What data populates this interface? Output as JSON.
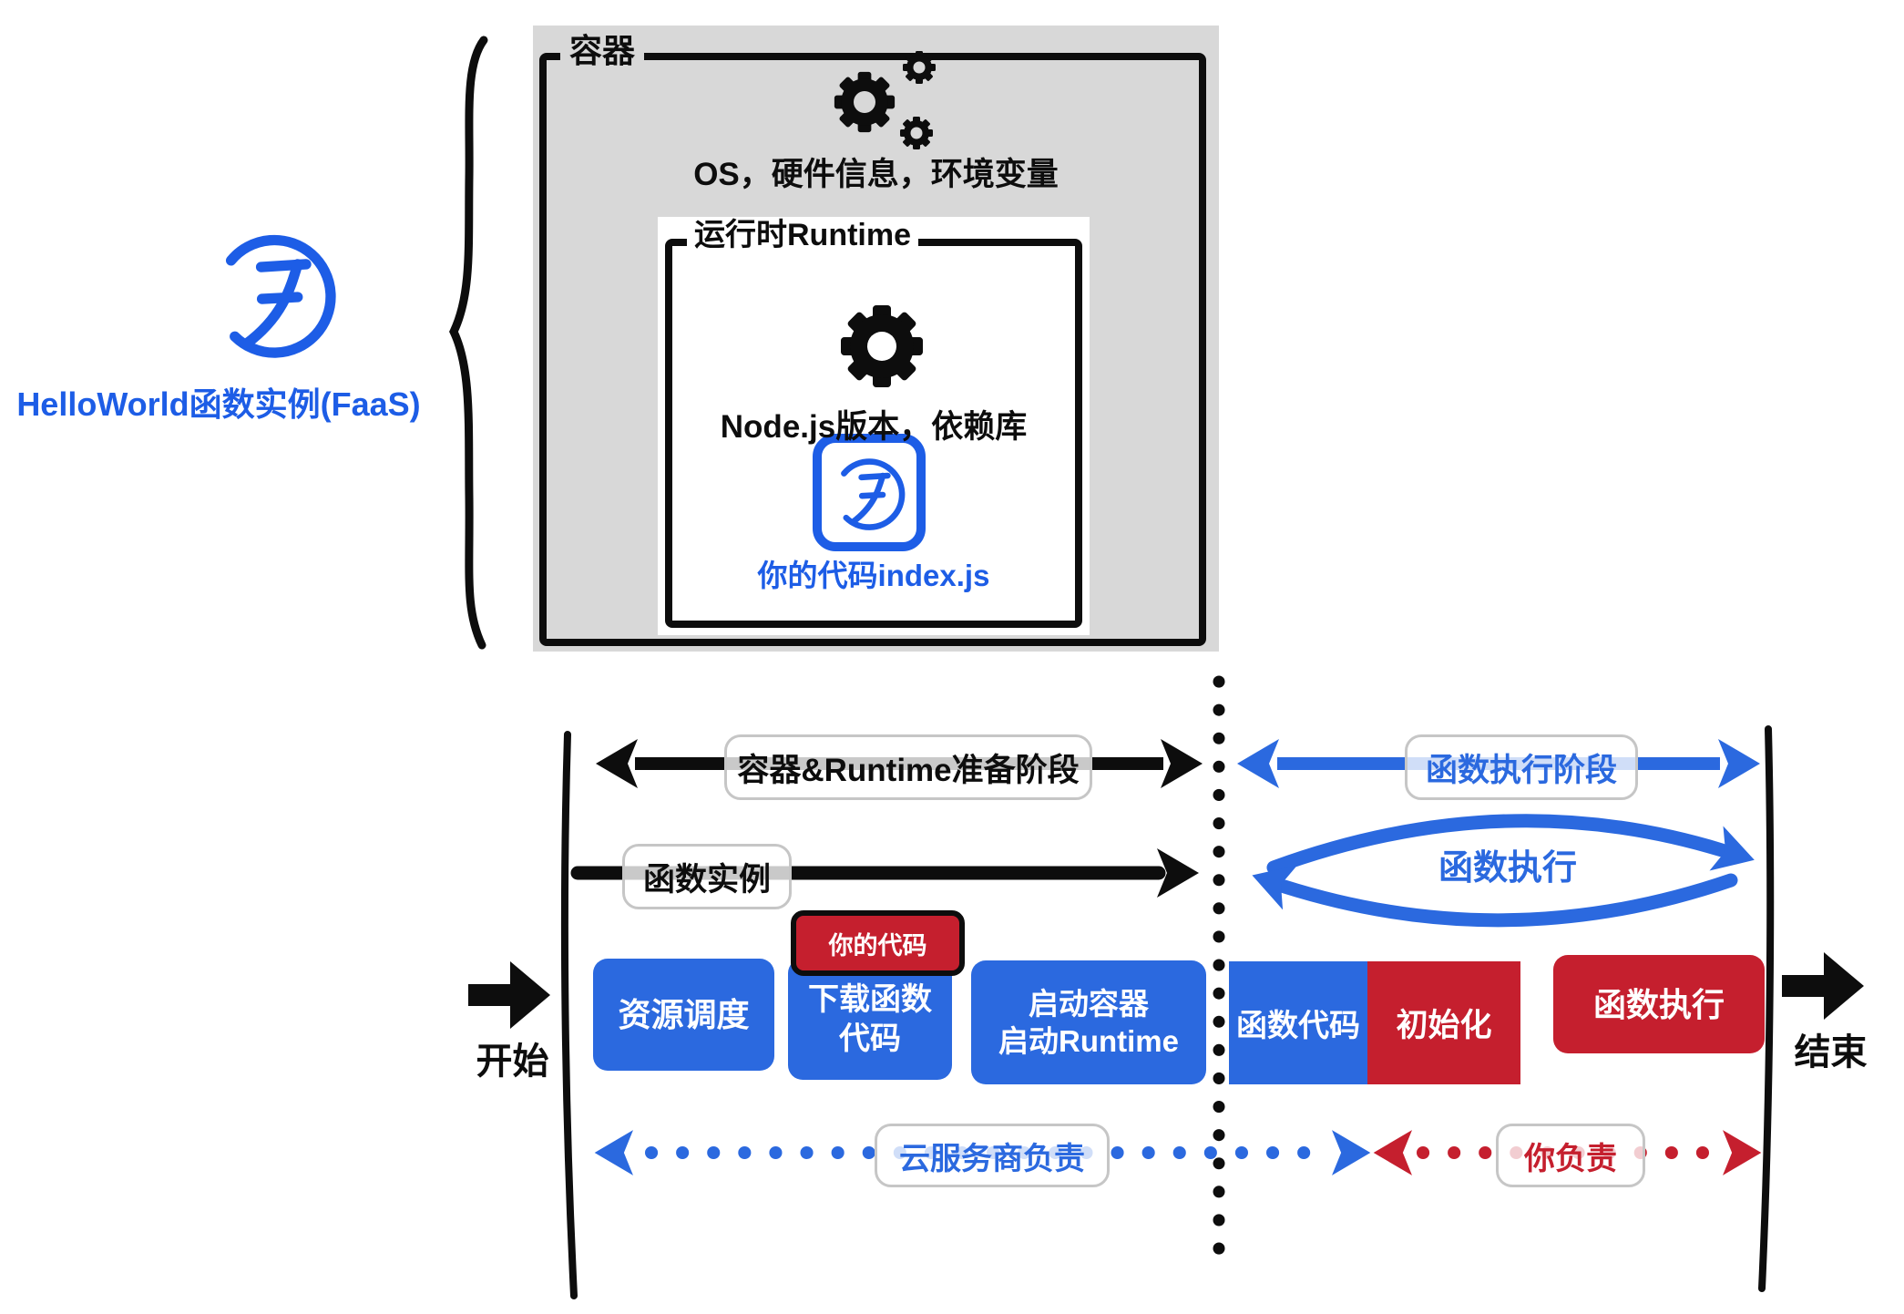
{
  "colors": {
    "accent_blue": "#2b69df",
    "logo_blue": "#1d5de6",
    "accent_red": "#c51f2e",
    "container_gray": "#d8d8d8",
    "ink_black": "#0d0d0d"
  },
  "faas_instance": {
    "label": "HelloWorld函数实例(FaaS)",
    "logo_icon": "faas-function-logo",
    "container": {
      "title": "容器",
      "system_icon": "gears-icon",
      "system_text": "OS，硬件信息，环境变量",
      "runtime": {
        "title": "运行时Runtime",
        "runtime_icon": "gear-icon",
        "runtime_text": "Node.js版本，依赖库",
        "code_icon": "faas-function-logo",
        "code_text": "你的代码index.js"
      }
    }
  },
  "timeline": {
    "start_label": "开始",
    "end_label": "结束",
    "prepare_phase_label": "容器&Runtime准备阶段",
    "execute_phase_label": "函数执行阶段",
    "instance_label": "函数实例",
    "execution_loop_label": "函数执行",
    "your_code_badge": "你的代码",
    "steps": {
      "schedule": "资源调度",
      "download_line1": "下载函数",
      "download_line2": "代码",
      "boot_line1": "启动容器",
      "boot_line2": "启动Runtime",
      "function_code": "函数代码",
      "init": "初始化",
      "execute": "函数执行"
    },
    "responsibility": {
      "provider_label": "云服务商负责",
      "you_label": "你负责"
    }
  }
}
